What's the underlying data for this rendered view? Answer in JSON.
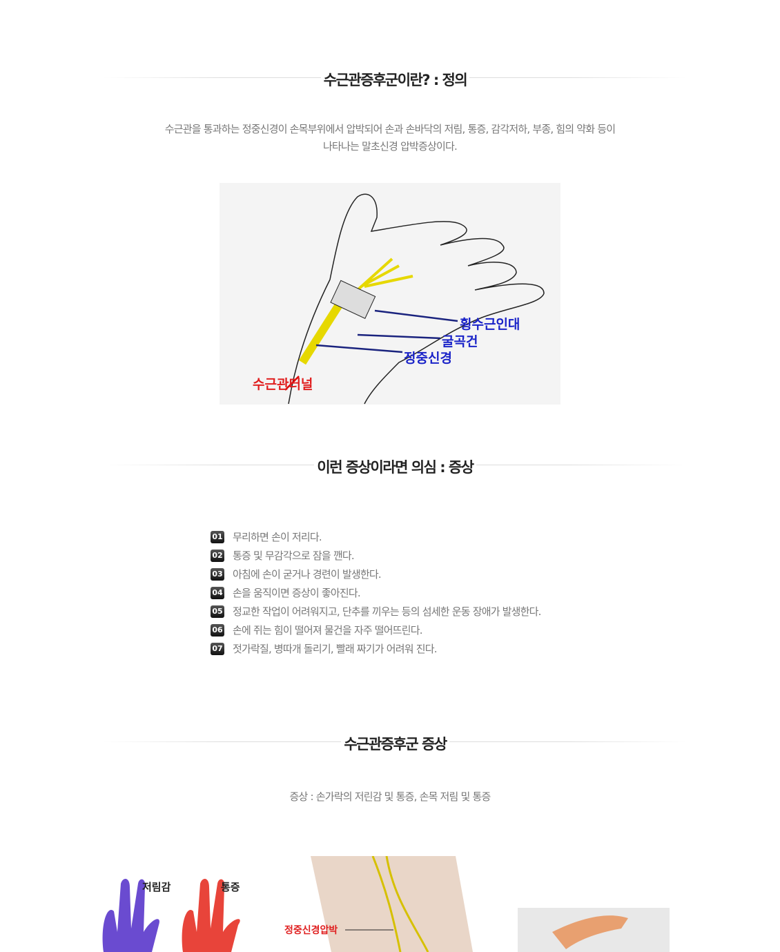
{
  "section1": {
    "title": "수근관증후군이란? : 정의",
    "paragraph_line1": "수근관을 통과하는 정중신경이 손목부위에서  압박되어 손과 손바닥의 저림, 통증, 감각저하, 부종, 힘의 약화 등이",
    "paragraph_line2": "나타나는 말초신경  압박증상이다.",
    "figure_labels": {
      "ligament": "횡수근인대",
      "tendon": "굴곡건",
      "nerve": "정중신경",
      "tunnel": "수근관터널"
    }
  },
  "section2": {
    "title": "이런 증상이라면 의심 : 증상",
    "items": [
      {
        "num": "01",
        "text": "무리하면 손이 저리다."
      },
      {
        "num": "02",
        "text": "통증 및 무감각으로 잠을 깬다."
      },
      {
        "num": "03",
        "text": "아침에 손이 굳거나 경련이 발생한다."
      },
      {
        "num": "04",
        "text": "손을 움직이면 증상이 좋아진다."
      },
      {
        "num": "05",
        "text": "정교한 작업이 어려워지고, 단추를 끼우는 등의 섬세한 운동 장애가 발생한다."
      },
      {
        "num": "06",
        "text": "손에 쥐는 힘이 떨어져 물건을 자주 떨어뜨린다."
      },
      {
        "num": "07",
        "text": "젓가락질, 병따개 돌리기, 빨래 짜기가 어려워 진다."
      }
    ]
  },
  "section3": {
    "title": "수근관증후군 증상",
    "subtitle": "증상 : 손가락의 저린감 및 통증, 손목 저림 및 통증",
    "figure_labels": {
      "numbness": "저림감",
      "pain": "통증",
      "compression": "정중신경압박"
    }
  }
}
